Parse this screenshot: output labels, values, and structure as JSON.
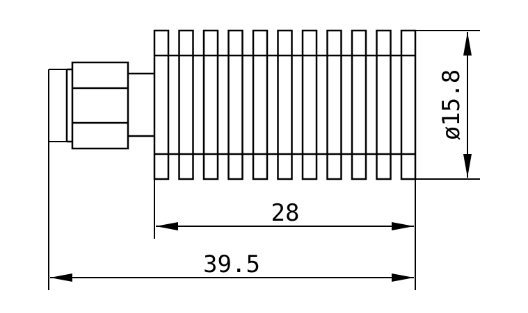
{
  "dimensions": {
    "body_length": "28",
    "overall_length": "39.5",
    "diameter": "ø15.8"
  },
  "colors": {
    "line": "#000000",
    "background": "#ffffff"
  }
}
